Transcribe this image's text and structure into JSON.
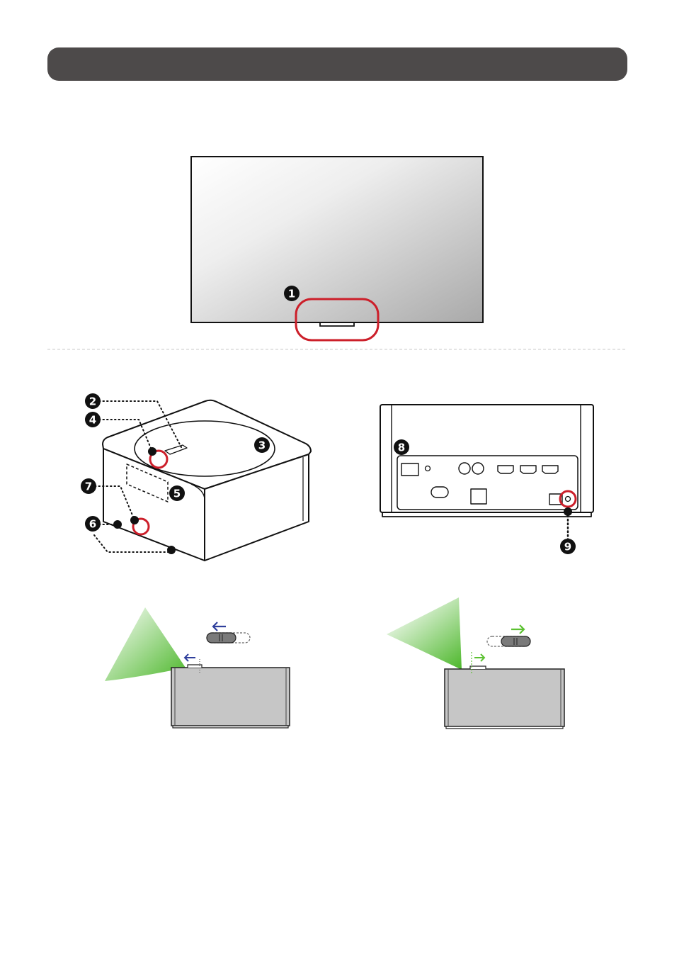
{
  "header": {
    "title": ""
  },
  "colors": {
    "header_bar": "#4d4a4a",
    "highlight_ring": "#cc1f2a",
    "light_beam": "#5cc132",
    "arrow_left": "#2f3f9c",
    "arrow_right": "#5cc132",
    "device_body": "#c6c6c6"
  },
  "callouts": [
    {
      "id": "1",
      "icon": "callout-1-icon",
      "target": "remote-sensor-under-screen"
    },
    {
      "id": "2",
      "icon": "callout-2-icon",
      "target": "top-panel-slider"
    },
    {
      "id": "3",
      "icon": "callout-3-icon",
      "target": "top-circular-panel"
    },
    {
      "id": "4",
      "icon": "callout-4-icon",
      "target": "top-panel-button"
    },
    {
      "id": "5",
      "icon": "callout-5-icon",
      "target": "front-display-window"
    },
    {
      "id": "6",
      "icon": "callout-6-icon",
      "target": "bottom-front-edge"
    },
    {
      "id": "7",
      "icon": "callout-7-icon",
      "target": "front-sensor"
    },
    {
      "id": "8",
      "icon": "callout-8-icon",
      "target": "rear-connection-panel"
    },
    {
      "id": "9",
      "icon": "callout-9-icon",
      "target": "rear-power-jack"
    }
  ],
  "slide_directions": [
    "left",
    "right"
  ]
}
